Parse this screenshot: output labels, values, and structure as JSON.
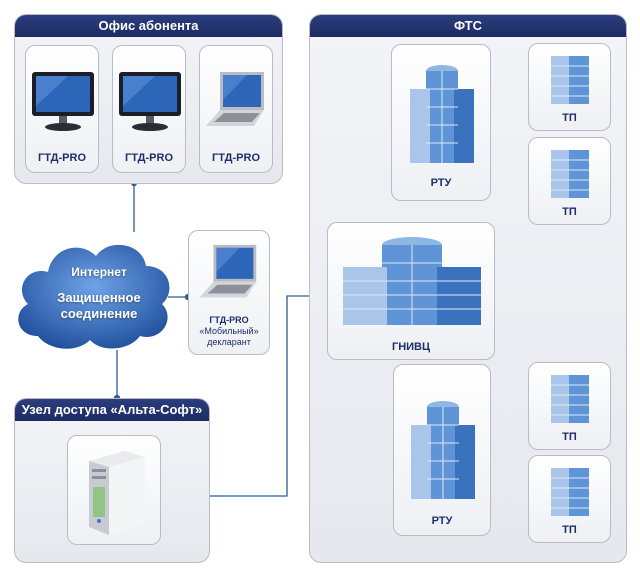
{
  "office": {
    "title": "Офис абонента",
    "devices": [
      {
        "label": "ГТД-PRO"
      },
      {
        "label": "ГТД-PRO"
      },
      {
        "label": "ГТД-PRO"
      }
    ]
  },
  "fts": {
    "title": "ФТС"
  },
  "node": {
    "title": "Узел доступа «Альта-Софт»"
  },
  "cloud": {
    "line1": "Интернет",
    "line2": "Защищенное",
    "line3": "соединение"
  },
  "mobile": {
    "line1": "ГТД-PRO",
    "line2": "«Мобильный»",
    "line3": "декларант"
  },
  "rtu_top": {
    "label": "РТУ"
  },
  "rtu_bottom": {
    "label": "РТУ"
  },
  "gnivc": {
    "label": "ГНИВЦ"
  },
  "tp": [
    {
      "label": "ТП"
    },
    {
      "label": "ТП"
    },
    {
      "label": "ТП"
    },
    {
      "label": "ТП"
    }
  ],
  "colors": {
    "navy": "#1f2e6a",
    "cloud": "#2a5fb0",
    "line": "#2e5f8f"
  }
}
